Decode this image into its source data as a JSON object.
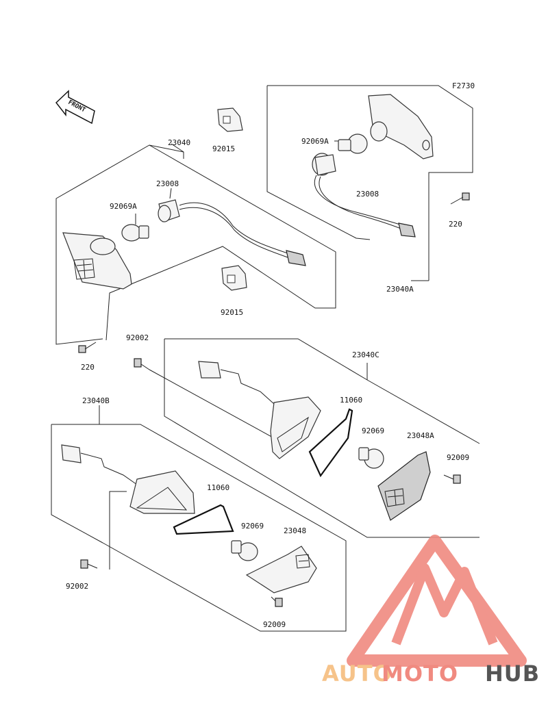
{
  "figure_code": "F2730",
  "front_label": "FRONT",
  "labels": {
    "l_23040": "23040",
    "l_92015_top": "92015",
    "l_23008_left": "23008",
    "l_92069A_left": "92069A",
    "l_92015_mid": "92015",
    "l_220_left": "220",
    "l_92069A_right": "92069A",
    "l_23008_right": "23008",
    "l_220_right": "220",
    "l_23040A": "23040A",
    "l_92002_top": "92002",
    "l_23040C": "23040C",
    "l_11060_upper": "11060",
    "l_92069_upper": "92069",
    "l_23048A": "23048A",
    "l_92009_right": "92009",
    "l_23040B": "23040B",
    "l_11060_lower": "11060",
    "l_92069_lower": "92069",
    "l_23048": "23048",
    "l_92002_lower": "92002",
    "l_92009_lower": "92009"
  },
  "watermark": {
    "part_auto": "AUTO",
    "part_moto": "MOTO",
    "part_hub": "HUB",
    "color_light": "#f6c38a",
    "color_red": "#f08a80",
    "color_dark": "#555555"
  }
}
